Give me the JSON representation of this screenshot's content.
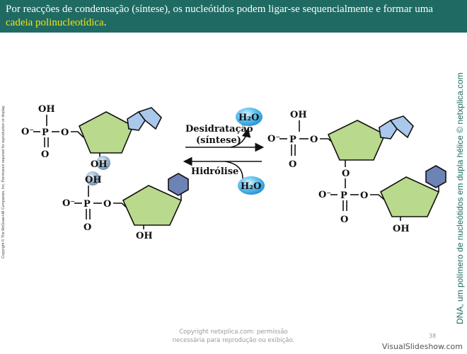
{
  "header": {
    "text_main": "Por reacções de condensação (síntese), os nucleótidos podem ligar-se sequencialmente e formar uma ",
    "text_highlight": "cadeia polinucleotídica",
    "text_end": "."
  },
  "side_title": "DNA, um polímero de nucleótidos em dupla hélice © netxplica.com",
  "copyright_vertical": "Copyright © The McGraw-Hill Companies, Inc. Permission required for reproduction or display.",
  "diagram": {
    "oh": "OH",
    "o": "O",
    "o_minus": "O⁻",
    "p": "P",
    "h2o": "H₂O",
    "dehydration_label": "Desidratação",
    "synthesis_label": "(síntese)",
    "hydrolysis_label": "Hidrólise"
  },
  "footer": {
    "line1": "Copyright netxplica.com: permissão",
    "line2": "necessária para reprodução ou exibição."
  },
  "page_number": "38",
  "watermark": "VisualSlideshow.com",
  "colors": {
    "header_bg": "#1f6b63",
    "highlight": "#f2e31b",
    "sugar": "#b9d98c",
    "purine": "#a9c8ec",
    "pyrimidine": "#6d82b5",
    "water": "#47b3e8"
  }
}
